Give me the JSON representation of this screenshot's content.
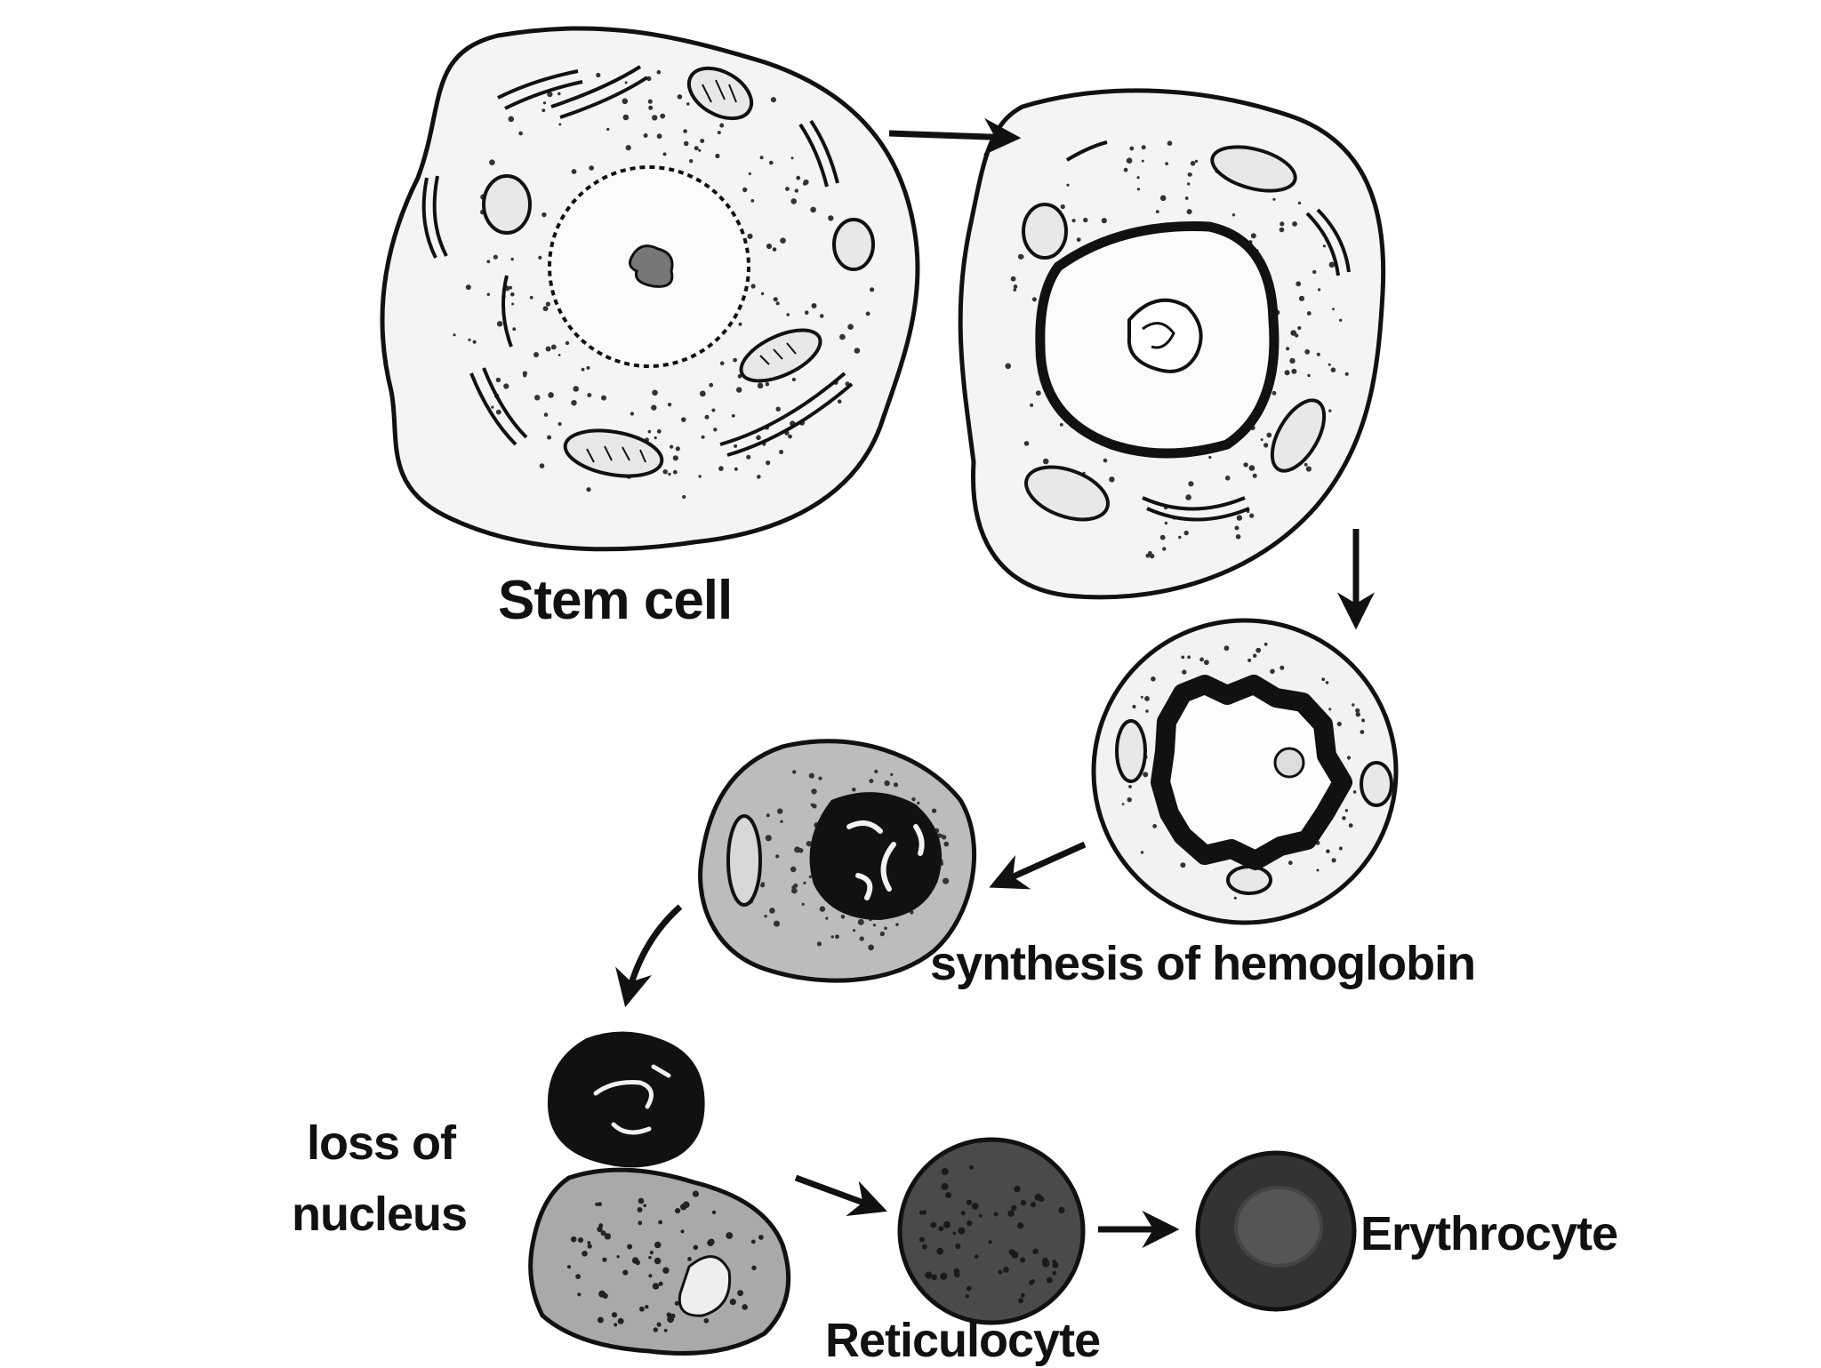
{
  "labels": {
    "stem_cell": "Stem cell",
    "hemoglobin_synthesis": "synthesis of hemoglobin",
    "loss_of": "loss of",
    "nucleus": "nucleus",
    "reticulocyte": "Reticulocyte",
    "erythrocyte": "Erythrocyte"
  },
  "stages": [
    "Stem cell",
    "synthesis of hemoglobin",
    "loss of nucleus",
    "Reticulocyte",
    "Erythrocyte"
  ],
  "colors": {
    "outline": "#111111",
    "cytoplasm_light": "#f4f4f2",
    "cytoplasm_gray": "#b9b9b9",
    "reticulocyte": "#4a4a4a",
    "erythrocyte": "#333333",
    "nucleus_dark": "#111111"
  }
}
